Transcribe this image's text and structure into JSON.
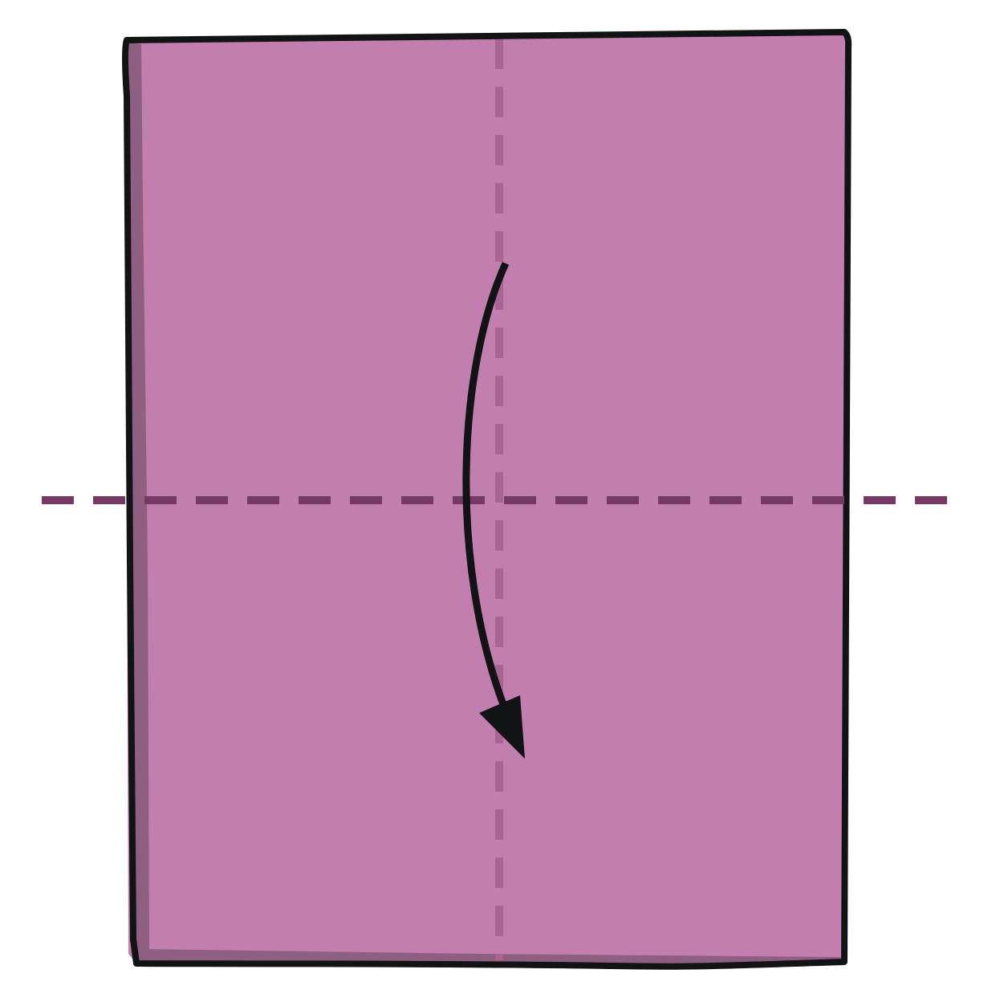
{
  "diagram": {
    "colors": {
      "background": "#ffffff",
      "paper_fill": "#c27eae",
      "paper_shadow": "#8e5f80",
      "outline": "#111314",
      "horizontal_fold_line": "#753a63",
      "vertical_crease": "#a96494",
      "arrow": "#111314"
    },
    "elements": [
      {
        "name": "paper-sheet",
        "role": "rectangular sheet of paper"
      },
      {
        "name": "vertical-crease",
        "role": "existing vertical crease, dashed"
      },
      {
        "name": "horizontal-fold-line",
        "role": "valley fold line, dashed"
      },
      {
        "name": "fold-arrow",
        "role": "curved arrow pointing down: fold top half down"
      }
    ]
  }
}
